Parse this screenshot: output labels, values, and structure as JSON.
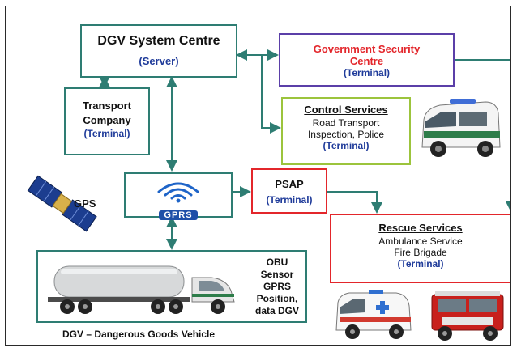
{
  "dgv_centre": {
    "title": "DGV System Centre",
    "role": "(Server)"
  },
  "gov_security": {
    "title_line1": "Government Security",
    "title_line2": "Centre",
    "role": "(Terminal)"
  },
  "transport": {
    "line1": "Transport",
    "line2": "Company",
    "role": "(Terminal)"
  },
  "control": {
    "title": "Control Services",
    "line1": "Road Transport",
    "line2": "Inspection, Police",
    "role": "(Terminal)"
  },
  "gps": {
    "label": "GPS"
  },
  "gprs": {
    "label": "GPRS"
  },
  "psap": {
    "title": "PSAP",
    "role": "(Terminal)"
  },
  "rescue": {
    "title": "Rescue Services",
    "line1": "Ambulance Service",
    "line2": "Fire Brigade",
    "role": "(Terminal)"
  },
  "obu": {
    "line1": "OBU",
    "line2": "Sensor",
    "line3": "GPRS",
    "line4": "Position,",
    "line5": "data DGV"
  },
  "caption": "DGV – Dangerous Goods Vehicle",
  "colors": {
    "teal": "#2e7d73",
    "purple": "#5b3fa8",
    "lime": "#9cc43c",
    "red": "#e3262b",
    "terminal_blue": "#1f3b9a"
  }
}
